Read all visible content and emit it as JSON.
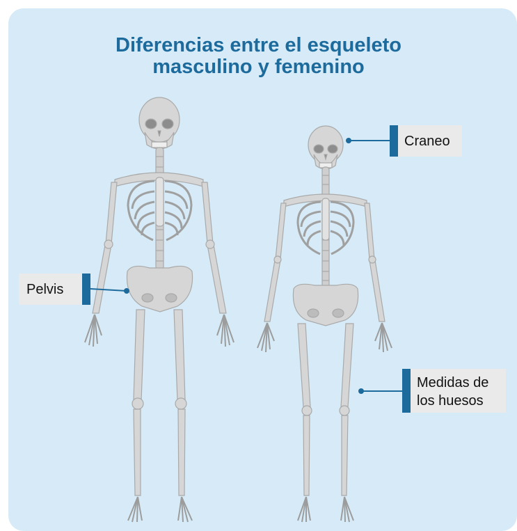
{
  "title": {
    "line1": "Diferencias entre el esqueleto",
    "line2": "masculino y femenino"
  },
  "labels": {
    "pelvis": "Pelvis",
    "craneo": "Craneo",
    "medidas_line1": "Medidas de",
    "medidas_line2": "los huesos"
  },
  "colors": {
    "background": "#d6ebf7",
    "accent": "#1d6a9c",
    "label_bg": "#eaeaea",
    "bone": "#d8d8d8"
  }
}
